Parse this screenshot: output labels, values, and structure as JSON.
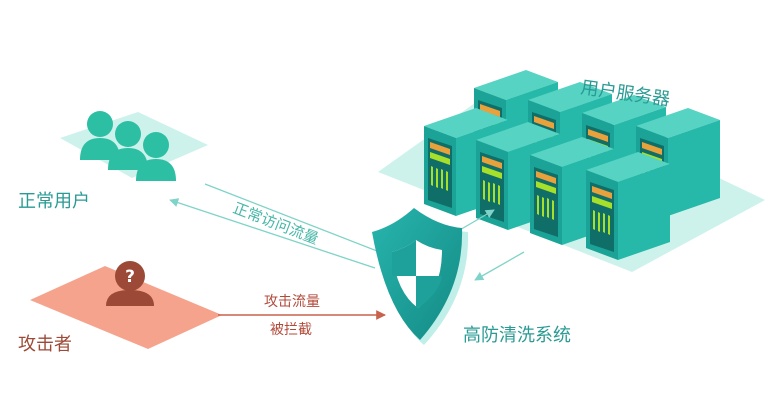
{
  "labels": {
    "normal_users": "正常用户",
    "attacker": "攻击者",
    "user_servers": "用户服务器",
    "ddos_system": "高防清洗系统",
    "normal_traffic": "正常访问流量",
    "attack_traffic": "攻击流量",
    "blocked": "被拦截"
  },
  "icons": {
    "users": "user-group-icon",
    "attacker": "unknown-person-icon",
    "shield": "shield-icon",
    "server": "server-icon",
    "question_mark": "?"
  },
  "colors": {
    "teal": "#2a9b94",
    "server_body": "#22b4a3",
    "platform_teal": "#cdf2ec",
    "platform_red": "#f5a38d",
    "attacker_brown": "#9c4a37",
    "shield": "#1fa19b",
    "led_orange": "#e9a13b",
    "led_green": "#a6e02a"
  }
}
